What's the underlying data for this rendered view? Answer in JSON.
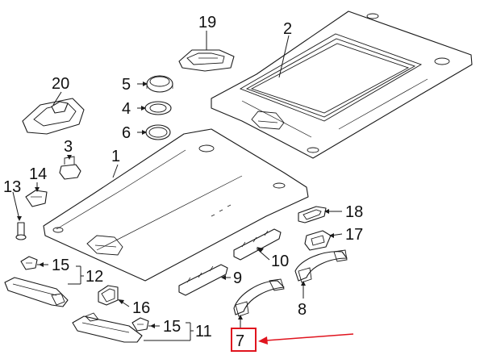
{
  "callouts": {
    "c1": "1",
    "c2": "2",
    "c3": "3",
    "c4": "4",
    "c5": "5",
    "c6": "6",
    "c7": "7",
    "c8": "8",
    "c9": "9",
    "c10": "10",
    "c11": "11",
    "c12": "12",
    "c13": "13",
    "c14": "14",
    "c15a": "15",
    "c15b": "15",
    "c16": "16",
    "c17": "17",
    "c18": "18",
    "c19": "19",
    "c20": "20"
  },
  "colors": {
    "line": "#1a1a1a",
    "highlight": "#e0141e",
    "background": "#ffffff"
  },
  "highlighted_part": "7"
}
